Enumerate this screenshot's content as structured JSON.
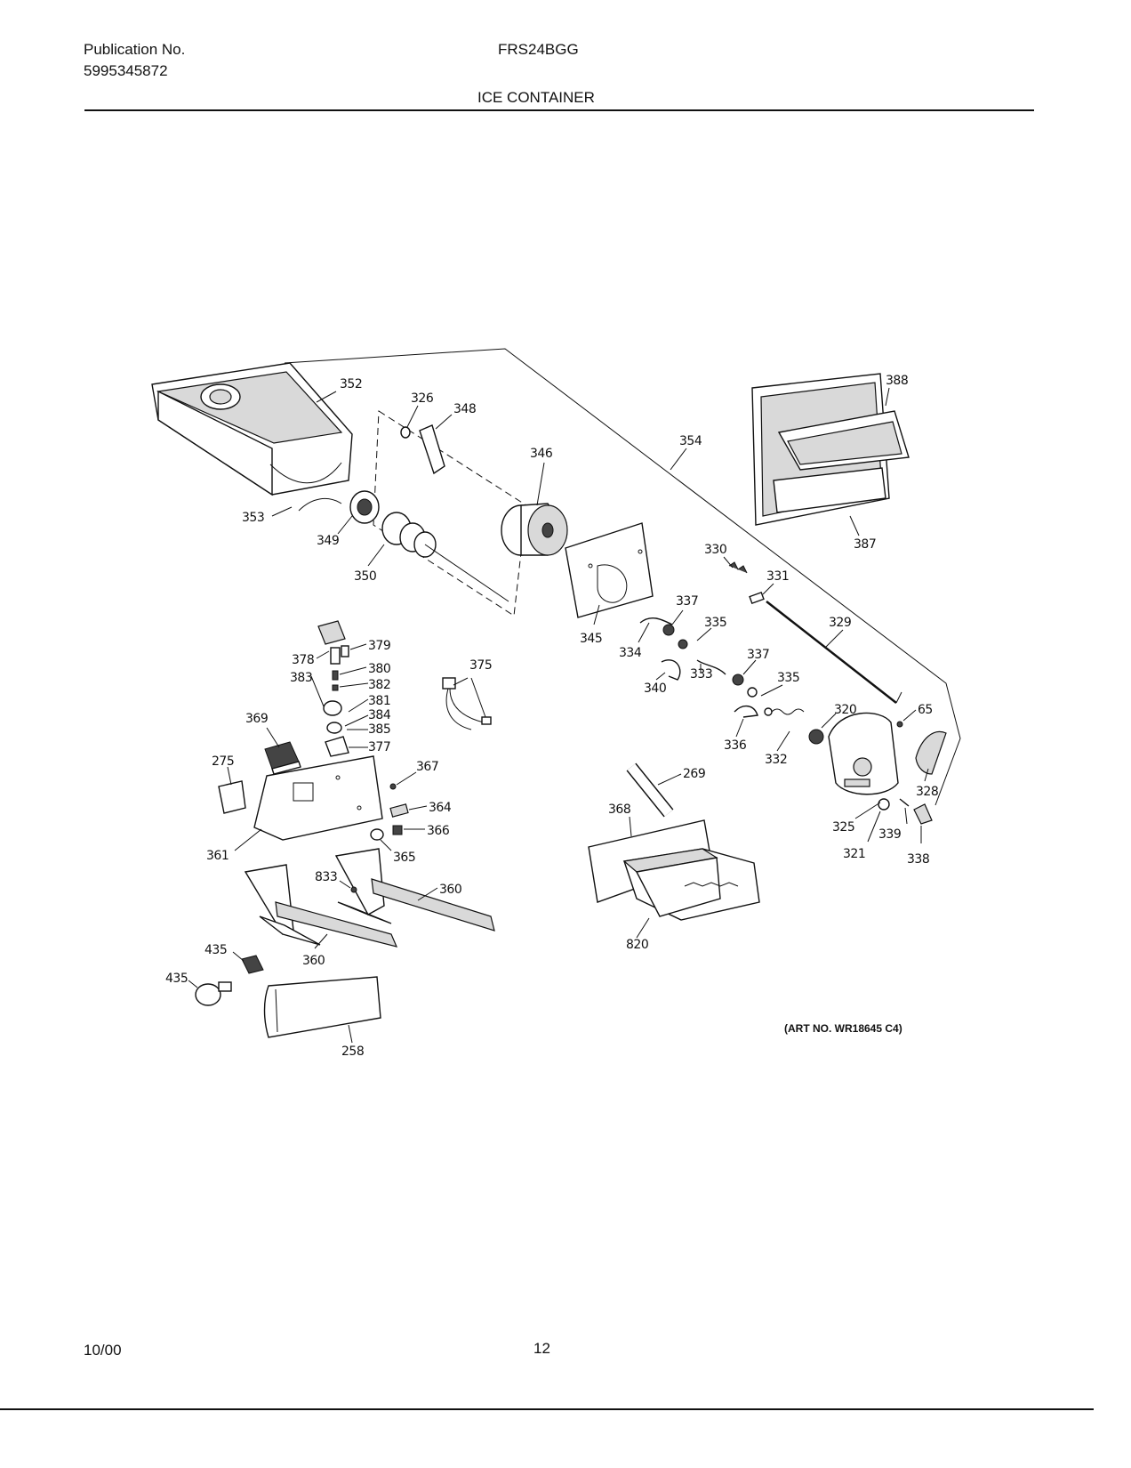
{
  "header": {
    "publication_label": "Publication No.",
    "publication_number": "5995345872",
    "model": "FRS24BGG",
    "section_title": "ICE CONTAINER"
  },
  "diagram": {
    "art_number": "(ART NO. WR18645 C4)",
    "callouts": {
      "c352": "352",
      "c326": "326",
      "c348": "348",
      "c346": "346",
      "c354": "354",
      "c388": "388",
      "c387": "387",
      "c353": "353",
      "c349": "349",
      "c350": "350",
      "c345": "345",
      "c330": "330",
      "c331": "331",
      "c329": "329",
      "c337a": "337",
      "c335a": "335",
      "c334": "334",
      "c340": "340",
      "c333": "333",
      "c337b": "337",
      "c335b": "335",
      "c336": "336",
      "c332": "332",
      "c320": "320",
      "c65": "65",
      "c328": "328",
      "c325": "325",
      "c339": "339",
      "c321": "321",
      "c338": "338",
      "c379": "379",
      "c378": "378",
      "c380": "380",
      "c382": "382",
      "c381": "381",
      "c383": "383",
      "c384": "384",
      "c385": "385",
      "c377": "377",
      "c375": "375",
      "c369": "369",
      "c275": "275",
      "c367": "367",
      "c364": "364",
      "c366": "366",
      "c365": "365",
      "c361": "361",
      "c833": "833",
      "c360a": "360",
      "c360b": "360",
      "c435a": "435",
      "c435b": "435",
      "c258": "258",
      "c269": "269",
      "c368": "368",
      "c820": "820"
    }
  },
  "footer": {
    "date": "10/00",
    "page_number": "12"
  }
}
